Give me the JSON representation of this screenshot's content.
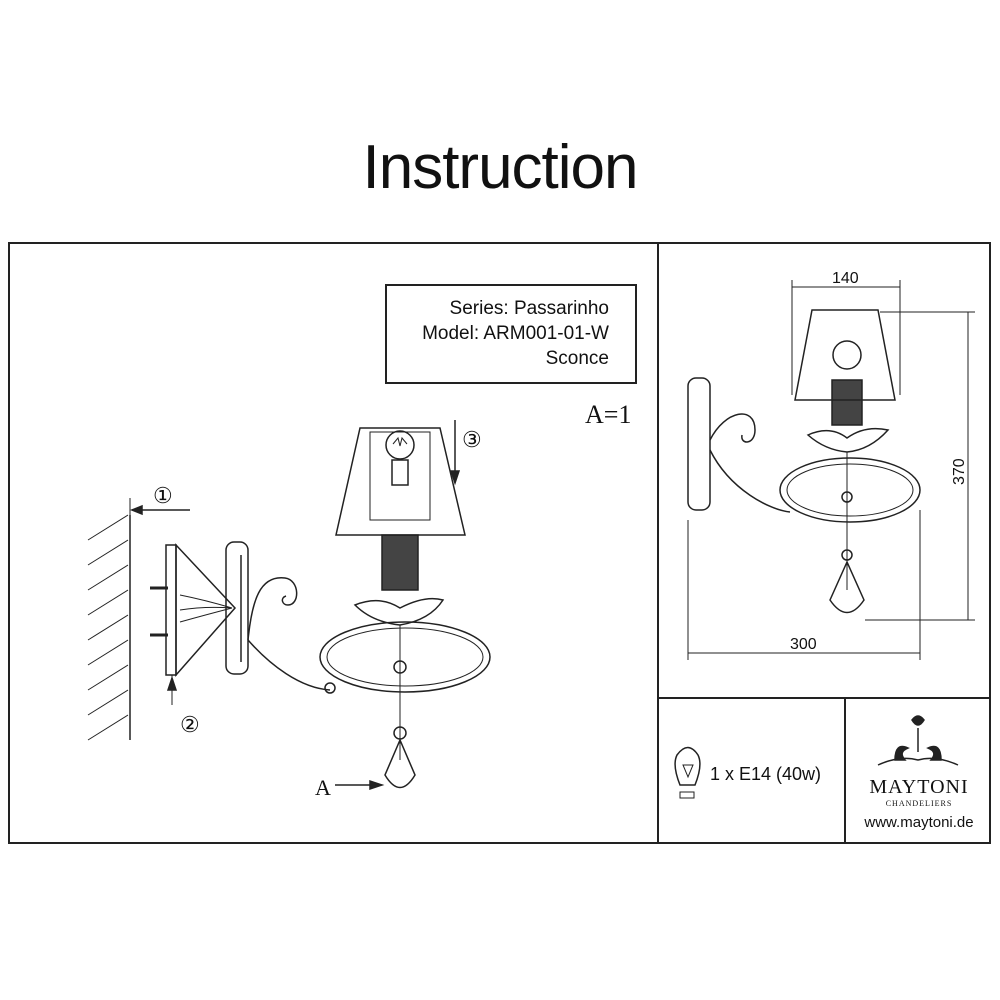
{
  "title": "Instruction",
  "product": {
    "series": "Series: Passarinho",
    "model": "Model: ARM001-01-W",
    "type": "Sconce"
  },
  "scale": "A=1",
  "callouts": {
    "step1": "①",
    "step2": "②",
    "step3": "③",
    "detail": "A"
  },
  "dimensions": {
    "width_top": "140",
    "height": "370",
    "width_total": "300"
  },
  "bulb_spec": "1 x E14 (40w)",
  "brand": {
    "name": "MAYTONI",
    "tagline": "CHANDELIERS",
    "url": "www.maytoni.de"
  }
}
